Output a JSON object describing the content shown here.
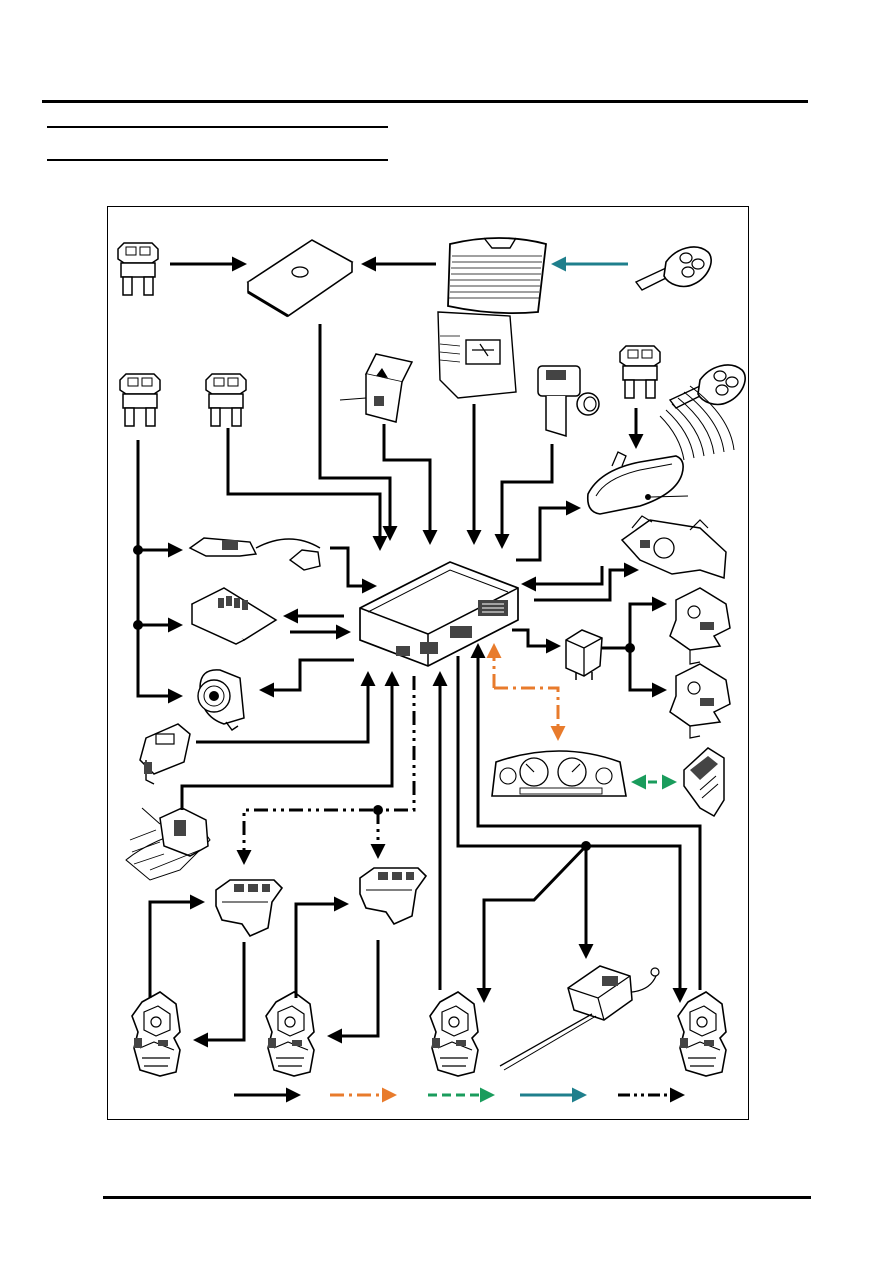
{
  "colors": {
    "line": "#000000",
    "orange": "#e87b2c",
    "green": "#1a9c5c",
    "teal": "#1f7f8c"
  },
  "legend": [
    {
      "style": "solid",
      "color": "#000000"
    },
    {
      "style": "dash-dot",
      "color": "#e87b2c"
    },
    {
      "style": "dashed",
      "color": "#1a9c5c"
    },
    {
      "style": "solid",
      "color": "#1f7f8c"
    },
    {
      "style": "dash-dot-dot",
      "color": "#000000"
    }
  ],
  "components": {
    "fuses": [
      "fuse-icon",
      "fuse-icon",
      "fuse-icon",
      "fuse-icon"
    ],
    "keys": [
      "remote-key-icon",
      "remote-key-icon"
    ],
    "central_module": "body-control-module-icon",
    "instrument_pack": "instrument-cluster-icon",
    "door_latches": [
      "door-latch-icon",
      "door-latch-icon",
      "door-latch-icon",
      "door-latch-icon"
    ]
  }
}
